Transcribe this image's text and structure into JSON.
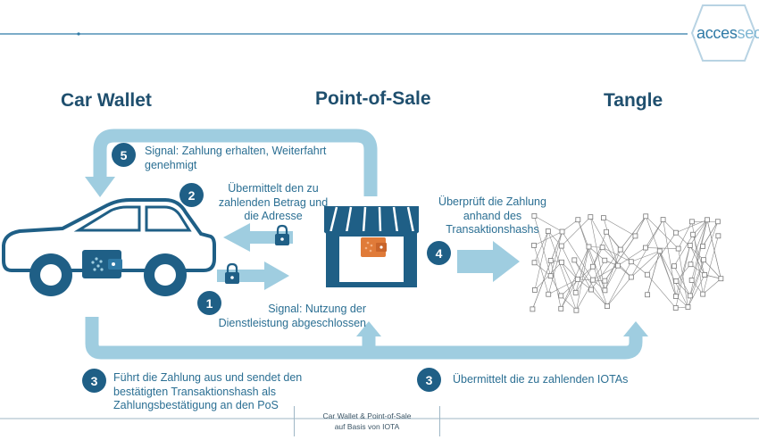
{
  "logo": {
    "text_left": "acces",
    "text_right": "sec"
  },
  "headings": {
    "car_wallet": "Car Wallet",
    "point_of_sale": "Point-of-Sale",
    "tangle": "Tangle"
  },
  "steps": {
    "s5": {
      "number": "5",
      "text": "Signal: Zahlung erhalten, Weiterfahrt genehmigt"
    },
    "s2": {
      "number": "2",
      "text": "Übermittelt den zu zahlenden Betrag und die Adresse"
    },
    "s4": {
      "number": "4",
      "text": "Überprüft die Zahlung anhand des Transaktionshashs"
    },
    "s1": {
      "number": "1",
      "text": "Signal: Nutzung der Dienstleistung abgeschlossen"
    },
    "s3a": {
      "number": "3",
      "text": "Führt die Zahlung aus und sendet den bestätigten Transaktionshash als Zahlungsbestätigung an den PoS"
    },
    "s3b": {
      "number": "3",
      "text": "Übermittelt die zu zahlenden IOTAs"
    }
  },
  "caption": {
    "line1": "Car Wallet & Point-of-Sale",
    "line2": "auf Basis von IOTA"
  },
  "colors": {
    "arrow": "#9fcde0",
    "dark": "#1f5f86",
    "heading": "#1f4f6e",
    "pos_orange": "#e07b39"
  }
}
